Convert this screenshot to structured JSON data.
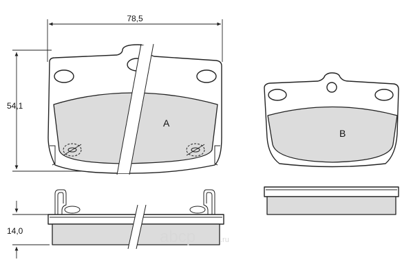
{
  "dimensions": {
    "width": "78,5",
    "height": "54,1",
    "thickness": "14,0"
  },
  "labels": {
    "pad_a": "A",
    "pad_b": "B"
  },
  "watermark": {
    "main": "abcp",
    "suffix": ".ru"
  },
  "colors": {
    "friction_material": "#dcdcdc",
    "line": "#222222",
    "watermark": "#d8d8d8"
  }
}
